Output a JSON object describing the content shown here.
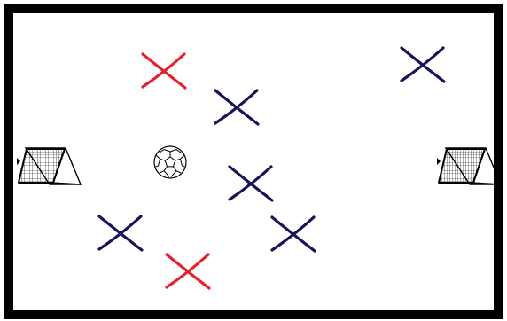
{
  "pitch": {
    "background_color": "#ffffff",
    "border_color": "#000000",
    "shape": "rectangle"
  },
  "team_colors": {
    "red": "#e8202a",
    "navy": "#15145a"
  },
  "players": [
    {
      "team": "red",
      "marker": "cross-icon"
    },
    {
      "team": "navy",
      "marker": "cross-icon"
    },
    {
      "team": "navy",
      "marker": "cross-icon"
    },
    {
      "team": "navy",
      "marker": "cross-icon"
    },
    {
      "team": "navy",
      "marker": "cross-icon"
    },
    {
      "team": "navy",
      "marker": "cross-icon"
    },
    {
      "team": "red",
      "marker": "cross-icon"
    }
  ],
  "ball": {
    "icon": "soccer-ball-icon"
  },
  "goals": [
    {
      "side": "left",
      "icon": "goal-net-icon"
    },
    {
      "side": "right",
      "icon": "goal-net-icon"
    }
  ]
}
